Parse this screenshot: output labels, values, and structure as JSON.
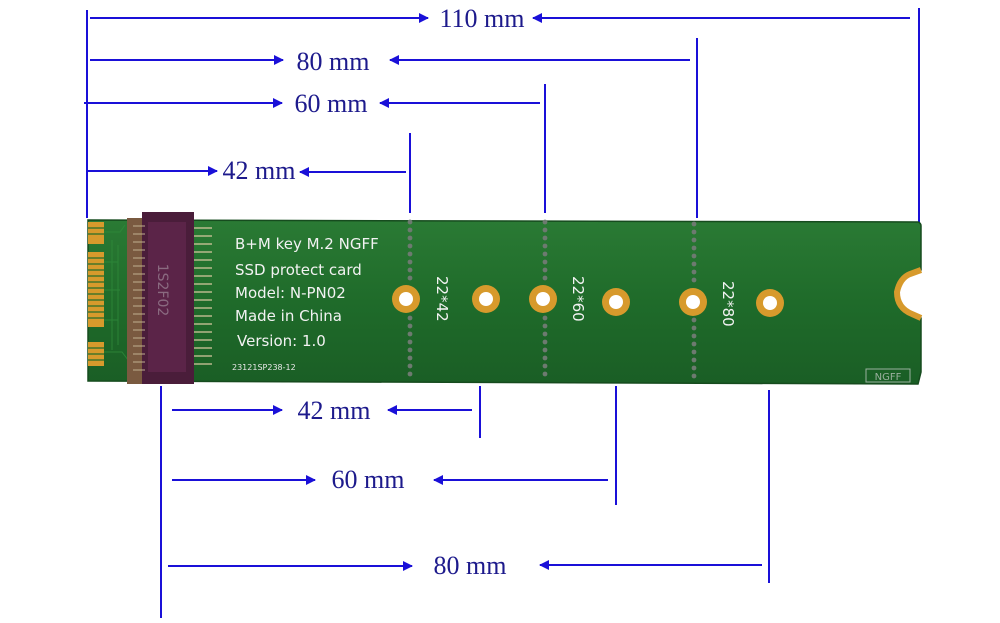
{
  "dimensions": {
    "top": {
      "d110": "110 mm",
      "d80": "80 mm",
      "d60": "60 mm",
      "d42": "42 mm"
    },
    "bottom": {
      "d42": "42 mm",
      "d60": "60 mm",
      "d80": "80 mm"
    }
  },
  "board": {
    "label_lines": [
      "B+M key M.2 NGFF",
      "SSD protect card",
      "Model: N-PN02",
      "Made in China",
      "Version: 1.0"
    ],
    "date_code": "23121SP238-12",
    "connector_text": "1S2F02",
    "size_labels": [
      "22*42",
      "22*60",
      "22*80"
    ],
    "corner_mark": "NGFF"
  },
  "colors": {
    "arrow": "#1a10d8",
    "dim_text": "#1d1a8c",
    "pcb": "#1f6b2a",
    "pad": "#d79a2c",
    "connector": "#4a1d3a"
  }
}
